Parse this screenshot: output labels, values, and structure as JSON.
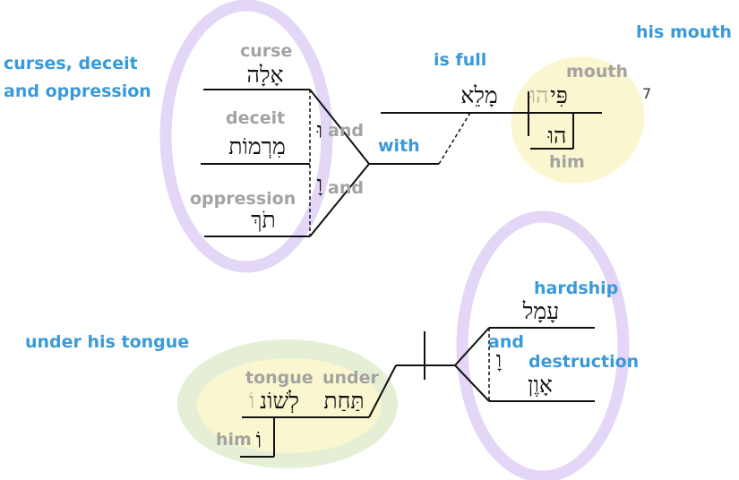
{
  "verse_number": "7",
  "glosses": {
    "curses_group": [
      "curses, deceit",
      "and oppression"
    ],
    "is_full": "is full",
    "his_mouth": "his mouth",
    "with": "with",
    "under_his_tongue": "under his tongue",
    "hardship": "hardship",
    "and_blue": "and",
    "destruction": "destruction"
  },
  "words": {
    "curse": {
      "hebrew": "אָלָה",
      "gloss": "curse"
    },
    "deceit": {
      "hebrew": "מִרְמוֹת",
      "gloss": "deceit"
    },
    "oppression": {
      "hebrew": "תֹךְ",
      "gloss": "oppression"
    },
    "conj1": {
      "hebrew": "וּ",
      "gloss": "and"
    },
    "conj2": {
      "hebrew": "וָ",
      "gloss": "and"
    },
    "full": {
      "hebrew": "מָלֵא"
    },
    "mouth": {
      "hebrew_suffix": "הוּ",
      "hebrew_stem": "פִּי",
      "gloss": "mouth"
    },
    "him_top": {
      "hebrew": "הוּ",
      "gloss": "him"
    },
    "tongue": {
      "hebrew_stem": "לְשׁוֹנ",
      "hebrew_suffix": "וֹ",
      "gloss": "tongue"
    },
    "under": {
      "hebrew": "תַּחַת",
      "gloss": "under"
    },
    "him_bottom": {
      "hebrew": "וֹ",
      "gloss": "him"
    },
    "hardship": {
      "hebrew": "עָמָל"
    },
    "conj3": {
      "hebrew": "וָ"
    },
    "destruction": {
      "hebrew": "אָוֶן"
    }
  },
  "colors": {
    "gloss_blue": "#3a9ad9",
    "gloss_grey": "#a3a3a3",
    "ellipse_purple": "#e3d6f6",
    "ellipse_yellow": "#faf6cf",
    "ellipse_green": "#e4efd6"
  }
}
